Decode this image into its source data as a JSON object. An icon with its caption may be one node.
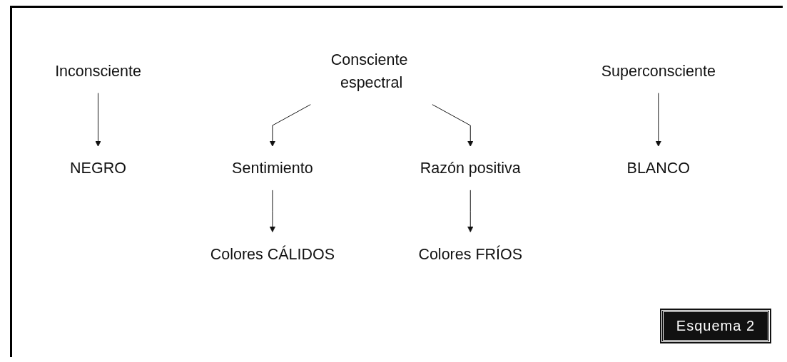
{
  "diagram": {
    "nodes": [
      {
        "text": [
          "Inconsciente"
        ]
      },
      {
        "text": [
          "Consciente espectral"
        ]
      },
      {
        "text": [
          "Superconsciente"
        ]
      },
      {
        "text": [
          "NEGRO"
        ]
      },
      {
        "text": [
          "Sentimiento"
        ]
      },
      {
        "text": [
          "Razón positiva"
        ]
      },
      {
        "text": [
          "BLANCO"
        ]
      },
      {
        "text": [
          "Colores CÁLIDOS"
        ]
      },
      {
        "text": [
          "Colores FRÍOS"
        ]
      }
    ],
    "edges": [
      {
        "from": 0,
        "to": 3,
        "arrow": "to"
      },
      {
        "from": 1,
        "to": 4,
        "arrow": "to"
      },
      {
        "from": 1,
        "to": 5,
        "arrow": "to"
      },
      {
        "from": 2,
        "to": 6,
        "arrow": "to"
      },
      {
        "from": 4,
        "to": 7,
        "arrow": "to"
      },
      {
        "from": 5,
        "to": 8,
        "arrow": "to"
      }
    ],
    "labels": [
      "Esquema 2"
    ]
  }
}
